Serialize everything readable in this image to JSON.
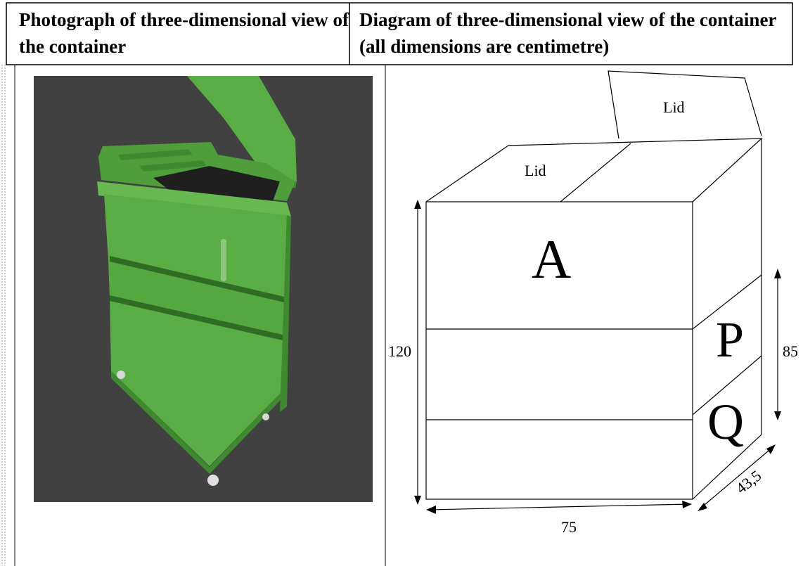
{
  "table": {
    "header_left": "Photograph of three-dimensional view of the container",
    "header_right": "Diagram of three-dimensional view of the container (all dimensions are centimetre)"
  },
  "diagram": {
    "lid_back": "Lid",
    "lid_front": "Lid",
    "face_a": "A",
    "face_p": "P",
    "face_q": "Q",
    "dim_height": "120",
    "dim_side_height": "85",
    "dim_width": "75",
    "dim_depth": "43,5"
  },
  "photo": {
    "subject": "green container with open lid on wheels",
    "colors": {
      "background": "#3f3f3f",
      "container": "#5aad44",
      "container_dark": "#3f8a31"
    }
  }
}
